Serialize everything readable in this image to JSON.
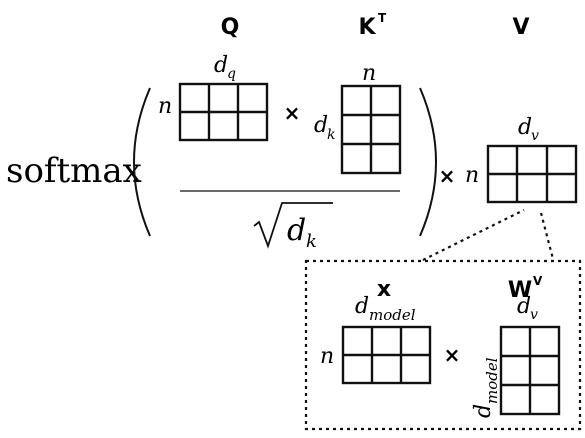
{
  "labels": {
    "q": "Q",
    "k": "K",
    "k_sup": "T",
    "v": "V",
    "x": "x",
    "w": "W",
    "w_sup": "V"
  },
  "function_name": "softmax",
  "operators": {
    "times": "×"
  },
  "dims": {
    "n": "n",
    "d": "d",
    "q_sub": "q",
    "k_sub": "k",
    "v_sub": "v",
    "model_sub": "model"
  },
  "matrices": {
    "q": {
      "rows": 2,
      "cols": 3
    },
    "k": {
      "rows": 3,
      "cols": 2
    },
    "v": {
      "rows": 2,
      "cols": 3
    },
    "x": {
      "rows": 2,
      "cols": 3
    },
    "w": {
      "rows": 3,
      "cols": 2
    }
  }
}
